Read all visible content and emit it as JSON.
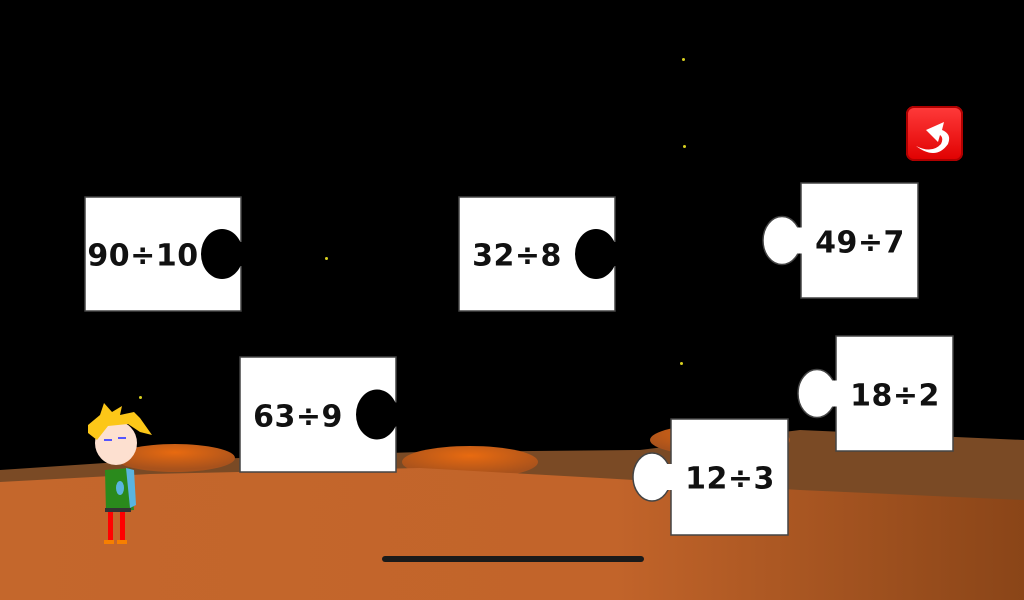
{
  "game": {
    "pieces": [
      {
        "label": "90÷10",
        "shape": "notch-right"
      },
      {
        "label": "32÷8",
        "shape": "notch-right"
      },
      {
        "label": "49÷7",
        "shape": "tab-left"
      },
      {
        "label": "63÷9",
        "shape": "notch-right"
      },
      {
        "label": "18÷2",
        "shape": "tab-left"
      },
      {
        "label": "12÷3",
        "shape": "tab-left"
      }
    ],
    "back_button_icon": "curved-back-arrow-icon",
    "colors": {
      "sky": "#000000",
      "ground": "#c4672c",
      "piece": "#ffffff",
      "button": "#e80000",
      "star": "#d8d020"
    }
  }
}
